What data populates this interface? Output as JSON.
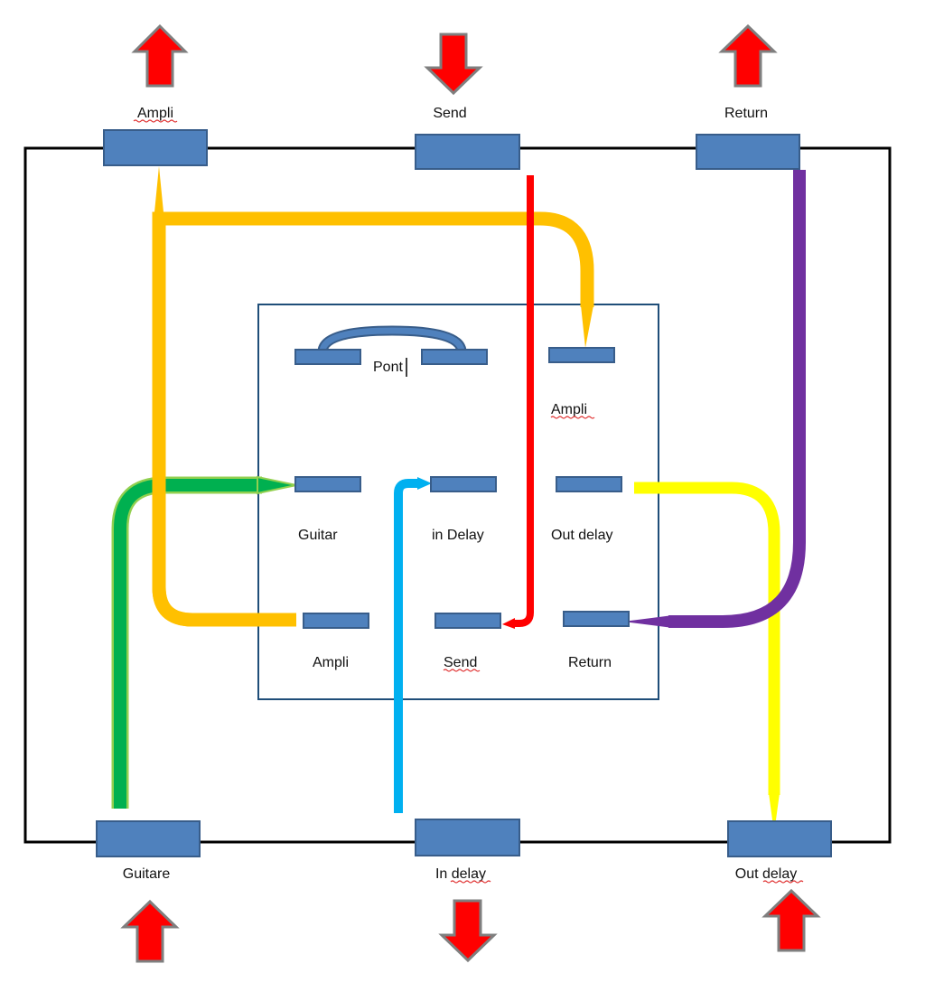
{
  "diagram": {
    "title": "",
    "colors": {
      "jack": "#4f81bd",
      "jack_border": "#385d8a",
      "arrow": "#ff0000",
      "frame": "#000000",
      "inner_frame": "#1f4e79",
      "wire_ampli": "#ffc000",
      "wire_send": "#ff0000",
      "wire_return": "#7030a0",
      "wire_guitar": "#00b050",
      "wire_in_delay": "#00b0f0",
      "wire_out_delay": "#ffff00"
    },
    "outer_jacks": {
      "top": [
        {
          "id": "ampli",
          "label": "Ampli",
          "arrow": "up",
          "spellcheck_underline": true
        },
        {
          "id": "send",
          "label": "Send",
          "arrow": "down",
          "spellcheck_underline": false
        },
        {
          "id": "return",
          "label": "Return",
          "arrow": "up",
          "spellcheck_underline": false
        }
      ],
      "bottom": [
        {
          "id": "guitare",
          "label": "Guitare",
          "arrow": "up",
          "spellcheck_underline": false
        },
        {
          "id": "in-delay",
          "label": "In delay",
          "arrow": "down",
          "spellcheck_underline": true
        },
        {
          "id": "out-delay",
          "label": "Out delay",
          "arrow": "up",
          "spellcheck_underline": true
        }
      ]
    },
    "inner_board": {
      "bridge_label": "Pont",
      "rows": [
        [
          {
            "id": "pont-left",
            "label": ""
          },
          {
            "id": "pont-right",
            "label": ""
          },
          {
            "id": "inner-ampli-top",
            "label": "Ampli"
          }
        ],
        [
          {
            "id": "inner-guitar",
            "label": "Guitar"
          },
          {
            "id": "inner-in-delay",
            "label": "in Delay"
          },
          {
            "id": "inner-out-delay",
            "label": "Out delay"
          }
        ],
        [
          {
            "id": "inner-ampli",
            "label": "Ampli"
          },
          {
            "id": "inner-send",
            "label": "Send"
          },
          {
            "id": "inner-return",
            "label": "Return"
          }
        ]
      ]
    },
    "wires": [
      {
        "name": "ampli-wire",
        "from": "Ampli (inner bottom)",
        "to": "Ampli (outer top) / Ampli (inner top)",
        "color": "#ffc000"
      },
      {
        "name": "send-wire",
        "from": "Send (outer top)",
        "to": "Send (inner)",
        "color": "#ff0000"
      },
      {
        "name": "return-wire",
        "from": "Return (outer top)",
        "to": "Return (inner)",
        "color": "#7030a0"
      },
      {
        "name": "guitar-wire",
        "from": "Guitare (outer bottom)",
        "to": "Guitar (inner)",
        "color": "#00b050"
      },
      {
        "name": "in-delay-wire",
        "from": "In delay (outer bottom)",
        "to": "in Delay (inner)",
        "color": "#00b0f0"
      },
      {
        "name": "out-delay-wire",
        "from": "Out delay (inner)",
        "to": "Out delay (outer bottom)",
        "color": "#ffff00"
      }
    ]
  }
}
